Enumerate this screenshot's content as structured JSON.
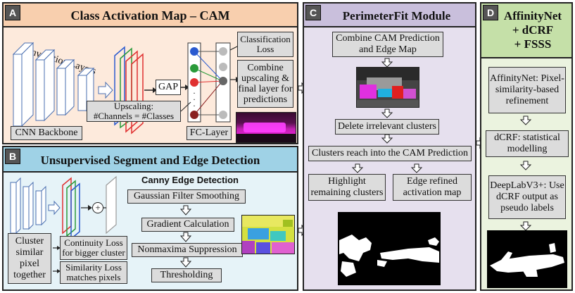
{
  "panel_a": {
    "badge": "A",
    "title": "Class Activation Map – CAM",
    "conv_layers": "Convolution Layers",
    "gap": "GAP",
    "upscaling": "Upscaling:\n#Channels = #Classes",
    "cnn_backbone": "CNN Backbone",
    "fc_layer": "FC-Layer",
    "classification_loss": "Classification Loss",
    "combine_upscaling": "Combine upscaling & final layer for predictions",
    "fc_dots": ".\n.\n."
  },
  "panel_b": {
    "badge": "B",
    "title": "Unsupervised Segment and Edge Detection",
    "canny_title": "Canny Edge Detection",
    "gaussian": "Gaussian Filter Smoothing",
    "gradient": "Gradient Calculation",
    "nonmax": "Nonmaxima Suppression",
    "threshold": "Thresholding",
    "cluster": "Cluster similar pixel together",
    "continuity": "Continuity Loss for bigger cluster",
    "similarity": "Similarity Loss matches pixels",
    "plus": "+"
  },
  "panel_c": {
    "badge": "C",
    "title": "PerimeterFit Module",
    "combine": "Combine CAM Prediction and Edge Map",
    "delete": "Delete irrelevant clusters",
    "reach": "Clusters reach into the CAM Prediction",
    "highlight": "Highlight remaining clusters",
    "edge_refined": "Edge refined activation map"
  },
  "panel_d": {
    "badge": "D",
    "title": "AffinityNet\n+ dCRF\n+ FSSS",
    "affinity": "AffinityNet: Pixel-similarity-based refinement",
    "dcrf": "dCRF: statistical modelling",
    "deeplab": "DeepLabV3+: Use dCRF output as pseudo labels"
  },
  "colors": {
    "panel_a_bg": "#fdeadc",
    "panel_a_header": "#f8cfae",
    "panel_b_bg": "#e6f3f8",
    "panel_b_header": "#9fd2e6",
    "panel_c_bg": "#e6e0ee",
    "panel_c_header": "#c9bfdc",
    "panel_d_bg": "#ebf3df",
    "panel_d_header": "#c5e0a8",
    "box": "#dcdcdc",
    "red": "#e03030",
    "green": "#2a9a3a",
    "blue": "#2a5ad0"
  }
}
